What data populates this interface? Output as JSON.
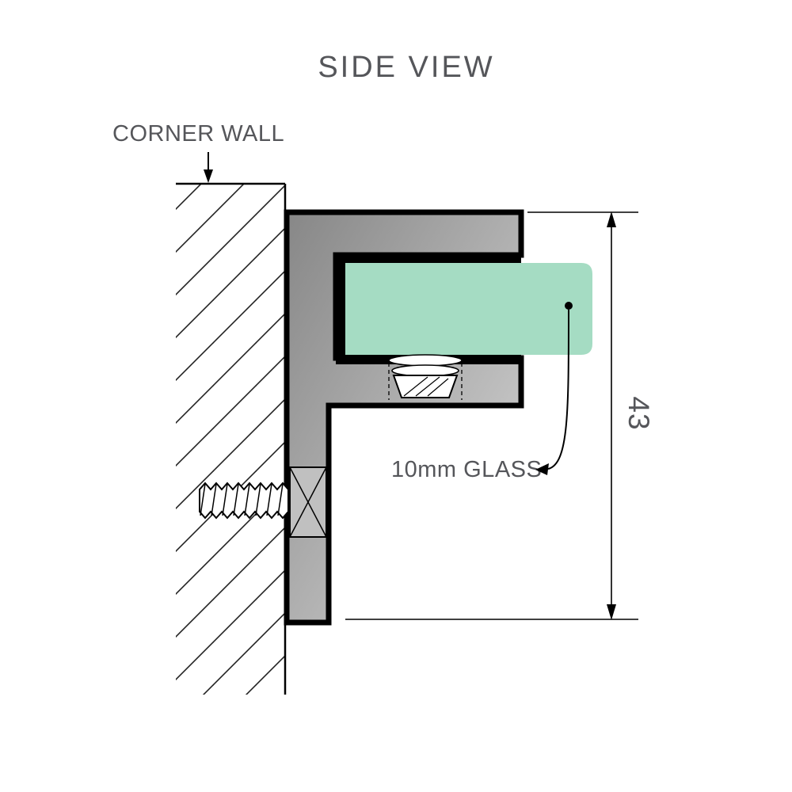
{
  "title": "SIDE VIEW",
  "labels": {
    "wall": "CORNER WALL",
    "glass": "10mm GLASS"
  },
  "dimension": {
    "value": "43"
  },
  "colors": {
    "glass": "#a5dcc3",
    "bracket_dark": "#878787",
    "bracket_light": "#d8d8d8",
    "text": "#55565a",
    "line": "#000000"
  }
}
